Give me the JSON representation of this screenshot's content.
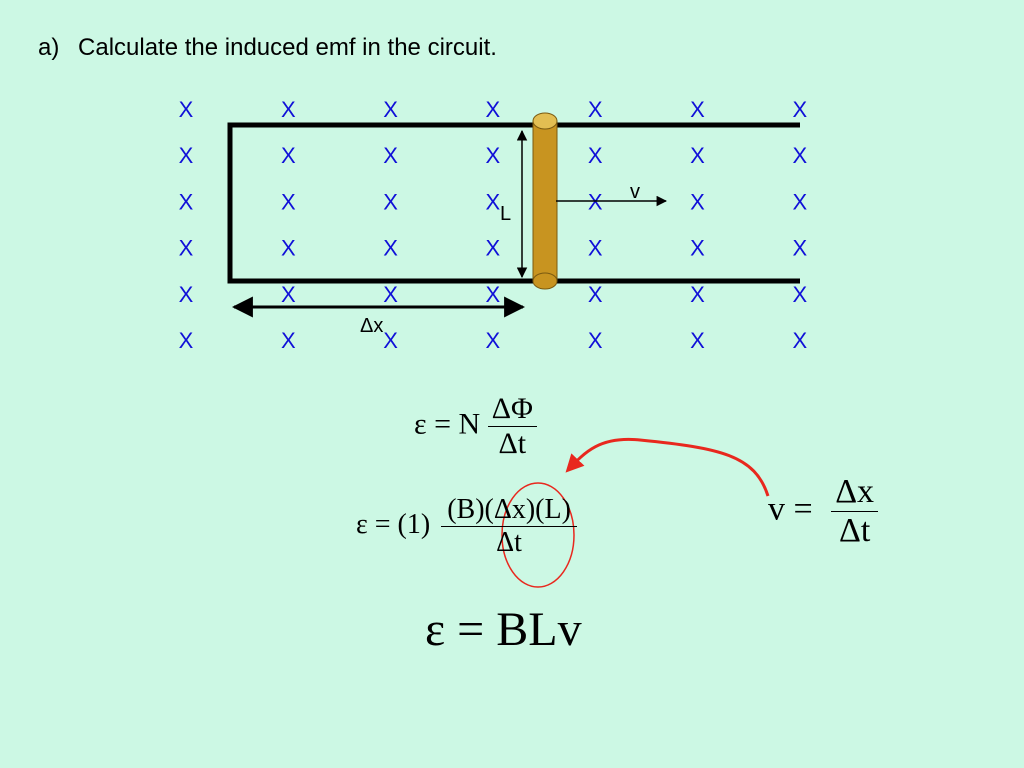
{
  "title": {
    "label": "a)",
    "text": "Calculate the induced emf in the circuit."
  },
  "diagram": {
    "field_symbol": "X",
    "field_grid": {
      "columns": 7,
      "rows": 6
    },
    "labels": {
      "length": "L",
      "velocity": "v",
      "displacement": "Δx"
    },
    "colors": {
      "field": "#1010d8",
      "rod": "#c89420",
      "rails": "#000000",
      "annotation": "#e8281e",
      "background": "#ccf8e4"
    }
  },
  "equations": {
    "faraday": {
      "lhs": "ε = N",
      "num": "ΔΦ",
      "den": "Δt"
    },
    "substituted": {
      "lhs": "ε = (1)",
      "num": "(B)(Δx)(L)",
      "den": "Δt"
    },
    "result": {
      "text": "ε = BLv"
    },
    "velocity": {
      "lhs": "v =",
      "num": "Δx",
      "den": "Δt"
    }
  }
}
